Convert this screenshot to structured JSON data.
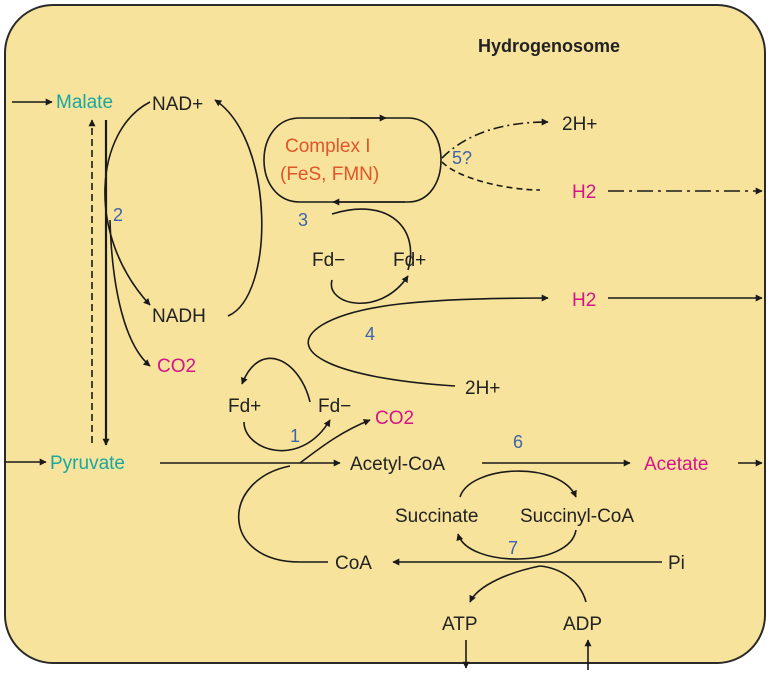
{
  "compartment": {
    "title": "Hydrogenosome",
    "fill": "#f7e39b",
    "border": "#2a2a2a"
  },
  "metabolites": {
    "malate": "Malate",
    "pyruvate": "Pyruvate",
    "nad_plus": "NAD+",
    "nadh": "NADH",
    "co2_a": "CO2",
    "co2_b": "CO2",
    "complex1_line1": "Complex I",
    "complex1_line2": "(FeS, FMN)",
    "fd_minus_top": "Fd−",
    "fd_plus_top": "Fd+",
    "fd_plus_bottom": "Fd+",
    "fd_minus_bottom": "Fd−",
    "h2_top": "H2",
    "h2_mid": "H2",
    "two_h_plus_top": "2H+",
    "two_h_plus_mid": "2H+",
    "acetyl_coa": "Acetyl-CoA",
    "acetate": "Acetate",
    "succinate": "Succinate",
    "succinyl_coa": "Succinyl-CoA",
    "coa": "CoA",
    "pi": "Pi",
    "atp": "ATP",
    "adp": "ADP"
  },
  "steps": {
    "s1": "1",
    "s2": "2",
    "s3": "3",
    "s4": "4",
    "s5": "5?",
    "s6": "6",
    "s7": "7"
  },
  "colors": {
    "substrate": "#1aa7a0",
    "product": "#d4148a",
    "complex": "#e2542a",
    "step_number": "#3f63a8",
    "line": "#1a1a1a"
  }
}
